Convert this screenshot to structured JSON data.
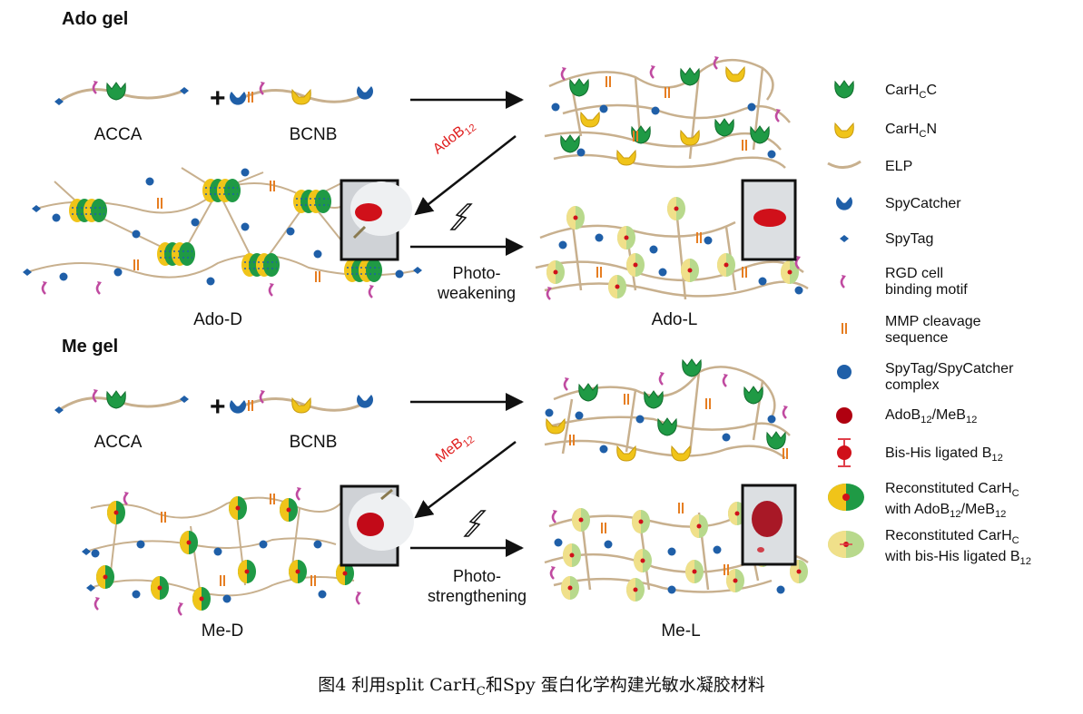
{
  "sections": {
    "ado_title": "Ado gel",
    "me_title": "Me gel"
  },
  "components": {
    "acca": "ACCA",
    "bcnb": "BCNB"
  },
  "states": {
    "ado_d": "Ado-D",
    "ado_l": "Ado-L",
    "me_d": "Me-D",
    "me_l": "Me-L"
  },
  "arrows": {
    "ado_reagent_main": "AdoB",
    "ado_reagent_sub": "12",
    "ado_process_1": "Photo-",
    "ado_process_2": "weakening",
    "me_reagent_main": "MeB",
    "me_reagent_sub": "12",
    "me_process_1": "Photo-",
    "me_process_2": "strengthening"
  },
  "legend": {
    "carhc_c_main": "CarH",
    "carhc_c_sub": "C",
    "carhc_c_tail": "C",
    "carhc_n_main": "CarH",
    "carhc_n_sub": "C",
    "carhc_n_tail": "N",
    "elp": "ELP",
    "spycatcher": "SpyCatcher",
    "spytag": "SpyTag",
    "rgd_1": "RGD cell",
    "rgd_2": "binding motif",
    "mmp_1": "MMP cleavage",
    "mmp_2": "sequence",
    "complex_1": "SpyTag/SpyCatcher",
    "complex_2": "complex",
    "b12_a": "AdoB",
    "b12_a_sub": "12",
    "b12_b": "/MeB",
    "b12_b_sub": "12",
    "bishis": "Bis-His ligated B",
    "bishis_sub": "12",
    "recon1_1": "Reconstituted CarH",
    "recon1_1_sub": "C",
    "recon1_2": "with AdoB",
    "recon1_2_sub": "12",
    "recon1_2b": "/MeB",
    "recon1_2b_sub": "12",
    "recon2_1": "Reconstituted CarH",
    "recon2_1_sub": "C",
    "recon2_2": "with bis-His ligated B",
    "recon2_2_sub": "12"
  },
  "caption": {
    "prefix": "图4 利用split CarH",
    "sub": "C",
    "suffix": "和Spy 蛋白化学构建光敏水凝胶材料"
  },
  "colors": {
    "elp": "#c8b08e",
    "green": "#1f9a45",
    "yellow": "#f0c419",
    "blue": "#1f5fa8",
    "magenta": "#c04aa0",
    "orange": "#e67e22",
    "red": "#d0101a",
    "arrow": "#111111",
    "reagent_red": "#e02020"
  }
}
